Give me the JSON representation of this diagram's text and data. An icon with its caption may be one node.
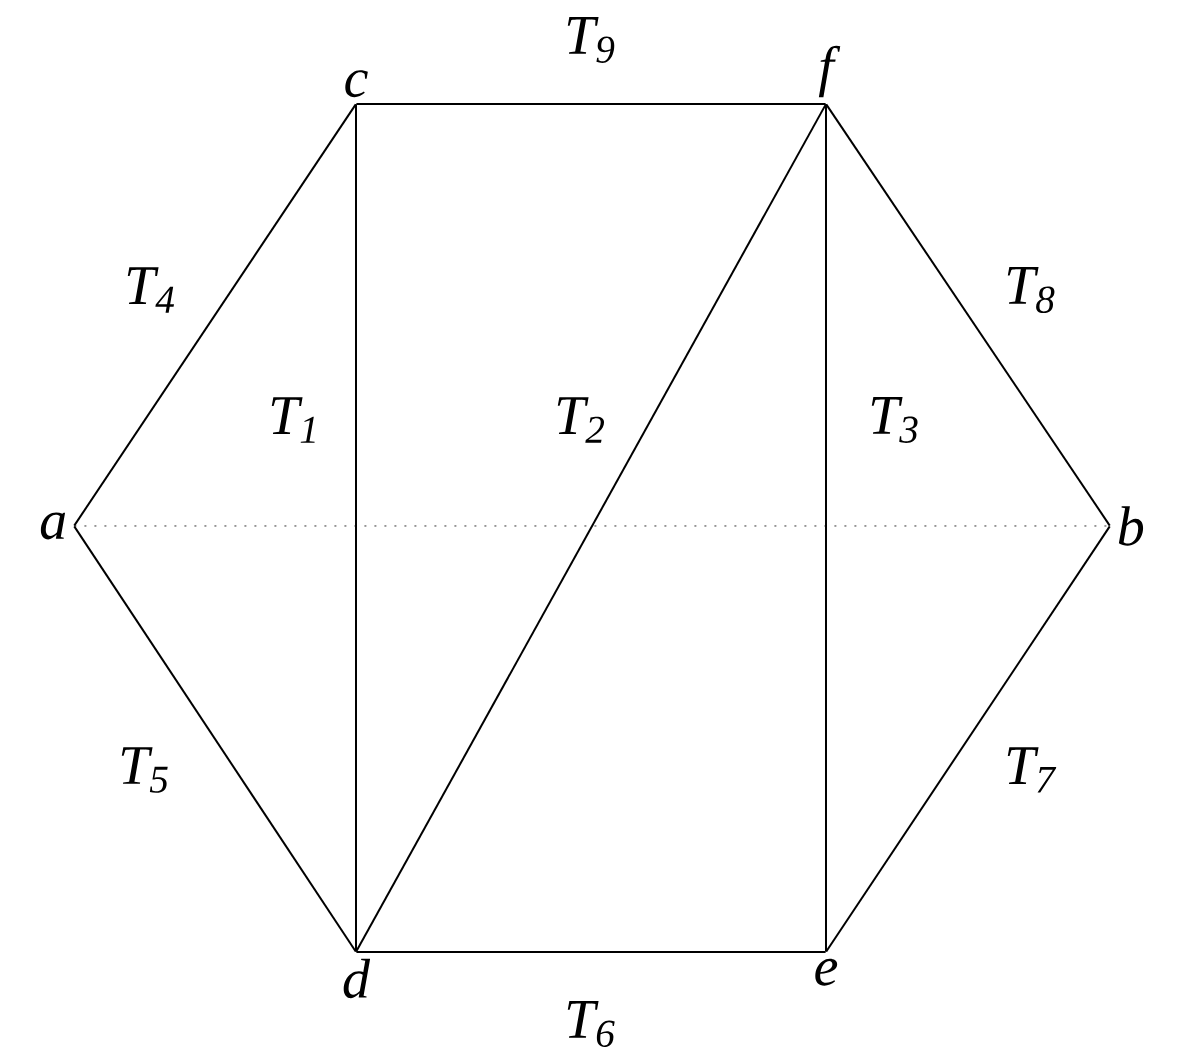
{
  "diagram": {
    "nodes": [
      {
        "text": [
          "c"
        ]
      },
      {
        "text": [
          "f"
        ]
      },
      {
        "text": [
          "a"
        ]
      },
      {
        "text": [
          "b"
        ]
      },
      {
        "text": [
          "d"
        ]
      },
      {
        "text": [
          "e"
        ]
      }
    ],
    "edges": [
      {
        "from": 2,
        "to": 0,
        "arrow": "none",
        "label": "T$_{4}$"
      },
      {
        "from": 0,
        "to": 1,
        "arrow": "none",
        "label": "T$_{9}$"
      },
      {
        "from": 1,
        "to": 3,
        "arrow": "none",
        "label": "T$_{8}$"
      },
      {
        "from": 3,
        "to": 5,
        "arrow": "none",
        "label": "T$_{7}$"
      },
      {
        "from": 5,
        "to": 4,
        "arrow": "none",
        "label": "T$_{6}$"
      },
      {
        "from": 4,
        "to": 2,
        "arrow": "none",
        "label": "T$_{5}$"
      },
      {
        "from": 0,
        "to": 4,
        "arrow": "none",
        "label": "T$_{1}$"
      },
      {
        "from": 4,
        "to": 1,
        "arrow": "none",
        "label": "T$_{2}$"
      },
      {
        "from": 1,
        "to": 5,
        "arrow": "none",
        "label": "T$_{3}$"
      },
      {
        "from": 2,
        "to": 3,
        "arrow": "none",
        "style": "dashed"
      }
    ]
  }
}
